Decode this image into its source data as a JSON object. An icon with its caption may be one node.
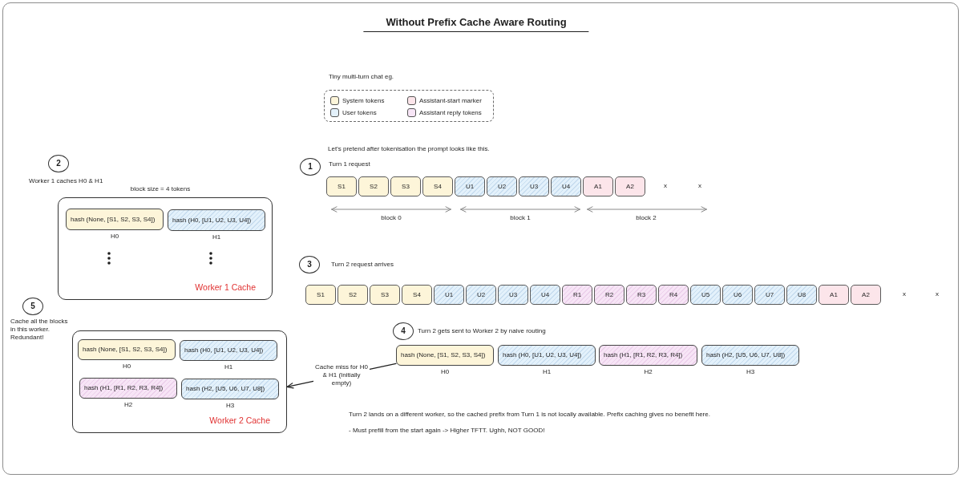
{
  "diagram": {
    "title": "Without Prefix Cache Aware Routing",
    "nodes": [
      {
        "text": [
          "1"
        ],
        "beside": [
          "Turn 1 request"
        ]
      },
      {
        "text": [
          "S1"
        ]
      },
      {
        "text": [
          "S2"
        ]
      },
      {
        "text": [
          "S3"
        ]
      },
      {
        "text": [
          "S4"
        ]
      },
      {
        "text": [
          "U1"
        ]
      },
      {
        "text": [
          "U2"
        ]
      },
      {
        "text": [
          "U3"
        ]
      },
      {
        "text": [
          "U4"
        ]
      },
      {
        "text": [
          "A1"
        ]
      },
      {
        "text": [
          "A2"
        ]
      },
      {
        "text": [
          "2"
        ],
        "beside": [
          "Worker 1 caches H0 & H1"
        ]
      },
      {
        "text": [
          "Worker 1 Cache"
        ]
      },
      {
        "text": [
          "hash (None, [S1, S2, S3, S4])"
        ],
        "in": 12,
        "beside": [
          "H0"
        ]
      },
      {
        "text": [
          "hash (H0, [U1, U2, U3, U4])"
        ],
        "in": 12,
        "beside": [
          "H1"
        ]
      },
      {
        "text": [
          "3"
        ],
        "beside": [
          "Turn 2 request arrives"
        ]
      },
      {
        "text": [
          "S1"
        ]
      },
      {
        "text": [
          "S2"
        ]
      },
      {
        "text": [
          "S3"
        ]
      },
      {
        "text": [
          "S4"
        ]
      },
      {
        "text": [
          "U1"
        ]
      },
      {
        "text": [
          "U2"
        ]
      },
      {
        "text": [
          "U3"
        ]
      },
      {
        "text": [
          "U4"
        ]
      },
      {
        "text": [
          "R1"
        ]
      },
      {
        "text": [
          "R2"
        ]
      },
      {
        "text": [
          "R3"
        ]
      },
      {
        "text": [
          "R4"
        ]
      },
      {
        "text": [
          "U5"
        ]
      },
      {
        "text": [
          "U6"
        ]
      },
      {
        "text": [
          "U7"
        ]
      },
      {
        "text": [
          "U8"
        ]
      },
      {
        "text": [
          "A1"
        ]
      },
      {
        "text": [
          "A2"
        ]
      },
      {
        "text": [
          "4"
        ],
        "beside": [
          "Turn 2 gets sent to Worker 2 by naive routing"
        ]
      },
      {
        "text": [
          "hash (None, [S1, S2, S3, S4])"
        ],
        "beside": [
          "H0"
        ]
      },
      {
        "text": [
          "hash (H0, [U1, U2, U3, U4])"
        ],
        "beside": [
          "H1"
        ]
      },
      {
        "text": [
          "hash (H1, [R1, R2, R3, R4])"
        ],
        "beside": [
          "H2"
        ]
      },
      {
        "text": [
          "hash (H2, [U5, U6, U7, U8])"
        ],
        "beside": [
          "H3"
        ]
      },
      {
        "text": [
          "5"
        ],
        "beside": [
          "Cache all the blocks in this worker. Redundant!"
        ]
      },
      {
        "text": [
          "Worker 2 Cache"
        ]
      },
      {
        "text": [
          "hash (None, [S1, S2, S3, S4])"
        ],
        "in": 40,
        "beside": [
          "H0"
        ]
      },
      {
        "text": [
          "hash (H0, [U1, U2, U3, U4])"
        ],
        "in": 40,
        "beside": [
          "H1"
        ]
      },
      {
        "text": [
          "hash (H1, [R1, R2, R3, R4])"
        ],
        "in": 40,
        "beside": [
          "H2"
        ]
      },
      {
        "text": [
          "hash (H2, [U5, U6, U7, U8])"
        ],
        "in": 40,
        "beside": [
          "H3"
        ]
      }
    ],
    "edges": [
      {
        "from": 35,
        "to": 40,
        "arrow": "to",
        "label": "Cache miss for H0 & H1 (Initially empty)"
      }
    ],
    "labels": [
      "Tiny multi-turn chat eg.",
      "Let’s pretend after tokenisation the prompt looks like this.",
      "x",
      "x",
      "block 0",
      "block 1",
      "block 2",
      "block size = 4 tokens",
      "x",
      "x",
      "Turn 2 lands on a different worker, so the cached prefix from Turn 1 is not locally available. Prefix caching gives no benefit here.",
      "- Must prefill from the start again -> Higher TFTT. Ughh, NOT GOOD!"
    ],
    "legend": [
      {
        "text": "System tokens",
        "color": "#fdf5d9"
      },
      {
        "text": "Assistant-start marker",
        "color": "#fce5ea"
      },
      {
        "text": "User tokens",
        "color": "#e3f1fb"
      },
      {
        "text": "Assistant reply tokens",
        "color": "#f7e5f6"
      }
    ]
  }
}
